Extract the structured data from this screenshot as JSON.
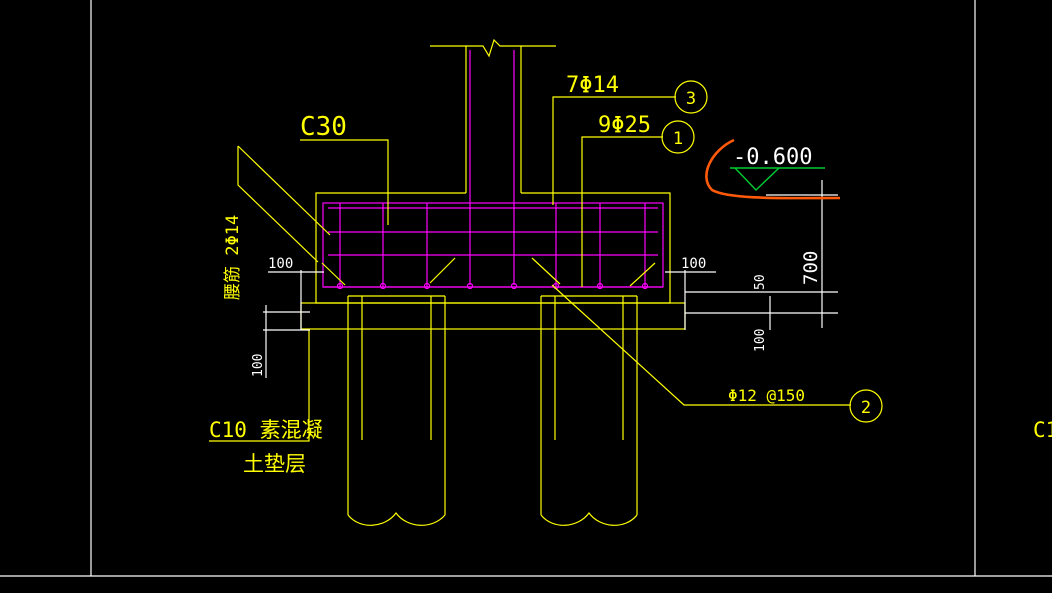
{
  "labels": {
    "concrete": "C30",
    "rebar_top": "7Φ14",
    "rebar_bottom": "9Φ25",
    "elevation": "-0.600",
    "stirrup": "Φ12 @150",
    "side_bars": "腰筋 2Φ14",
    "cover_left": "100",
    "cover_right": "100",
    "dim_50": "50",
    "dim_700": "700",
    "dim_100_right": "100",
    "dim_100_left": "100",
    "cushion_line1": "C10 素混凝",
    "cushion_line2": "土垫层",
    "right_edge_text": "C1"
  },
  "callouts": {
    "c1": "1",
    "c2": "2",
    "c3": "3"
  },
  "colors": {
    "background": "#000000",
    "outline": "#ffff00",
    "rebar": "#ff00ff",
    "frame": "#ffffff",
    "grade_symbol": "#00cc33",
    "ground_line": "#ff5a0a"
  }
}
